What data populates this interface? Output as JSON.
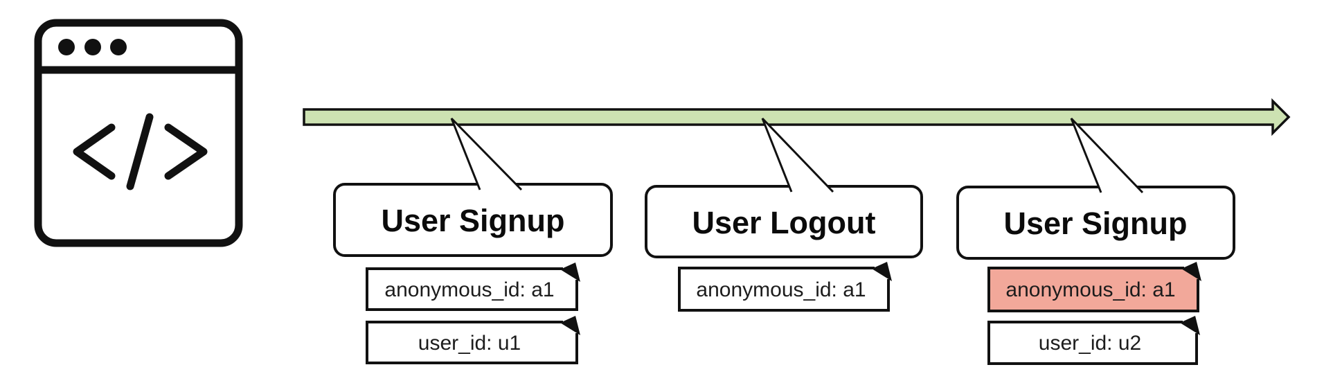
{
  "colors": {
    "timeline_green": "#cde2b2",
    "highlight_pink": "#f2a89a",
    "outline": "#111111"
  },
  "icon": {
    "name": "code-browser-icon",
    "glyph": "</>"
  },
  "events": [
    {
      "label": "User Signup",
      "tags": [
        {
          "text": "anonymous_id: a1",
          "highlighted": false
        },
        {
          "text": "user_id: u1",
          "highlighted": false
        }
      ]
    },
    {
      "label": "User Logout",
      "tags": [
        {
          "text": "anonymous_id: a1",
          "highlighted": false
        }
      ]
    },
    {
      "label": "User Signup",
      "tags": [
        {
          "text": "anonymous_id: a1",
          "highlighted": true
        },
        {
          "text": "user_id: u2",
          "highlighted": false
        }
      ]
    }
  ]
}
